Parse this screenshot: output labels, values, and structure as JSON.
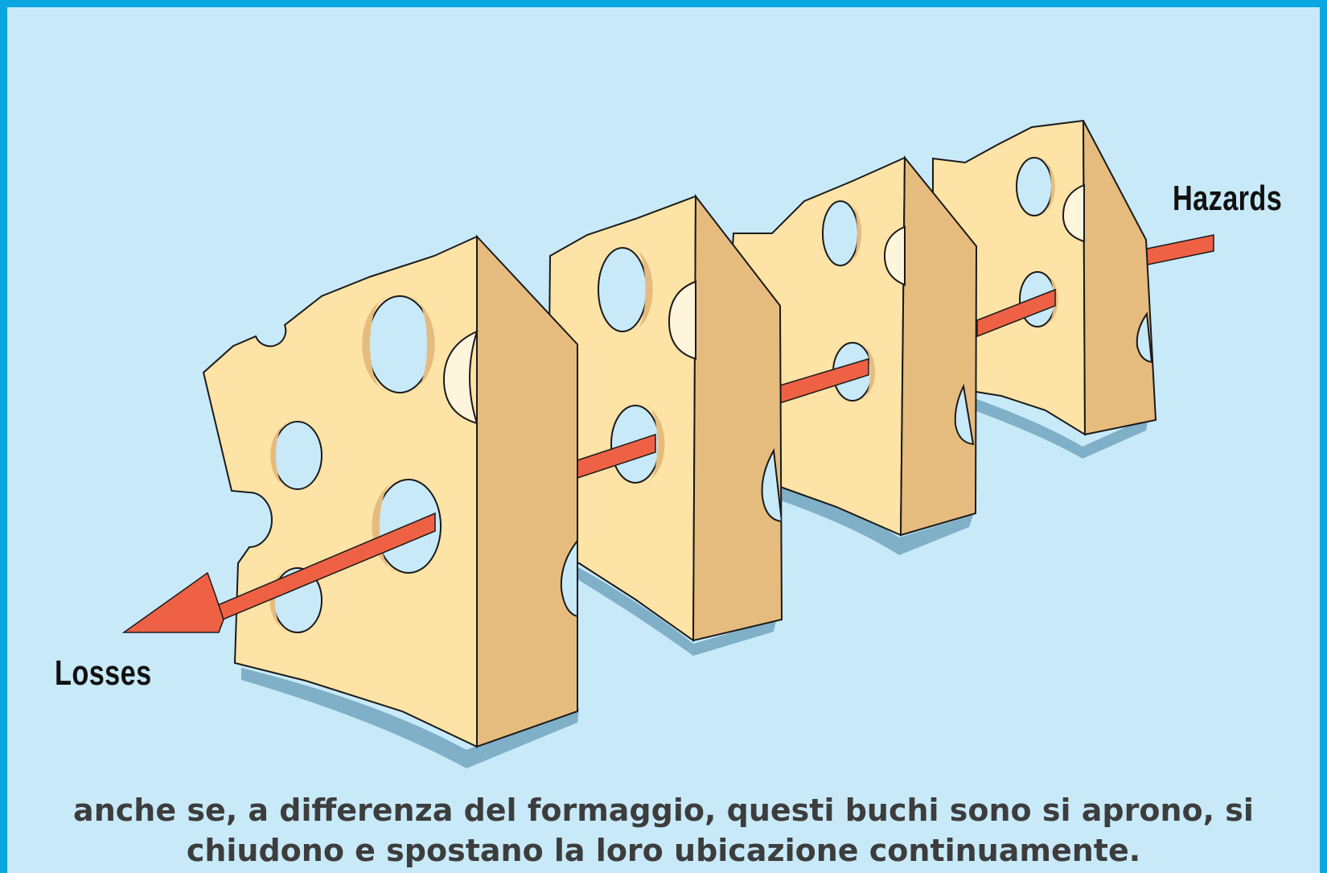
{
  "diagram": {
    "labels": {
      "hazards": "Hazards",
      "losses": "Losses"
    },
    "slices": [
      {
        "id": "slice-1"
      },
      {
        "id": "slice-2"
      },
      {
        "id": "slice-3"
      },
      {
        "id": "slice-4"
      }
    ],
    "colors": {
      "background": "#c8e9f8",
      "border": "#0aa6e0",
      "cheese_face": "#fde3a6",
      "cheese_side": "#e6bc7e",
      "hole_inner": "#fff4dc",
      "shadow": "#7fb0c7",
      "arrow": "#ee6144",
      "outline": "#1a1a1a"
    }
  },
  "caption": {
    "line1": "anche se, a differenza del formaggio, questi buchi sono si aprono, si",
    "line2": "chiudono e spostano la loro ubicazione continuamente."
  }
}
